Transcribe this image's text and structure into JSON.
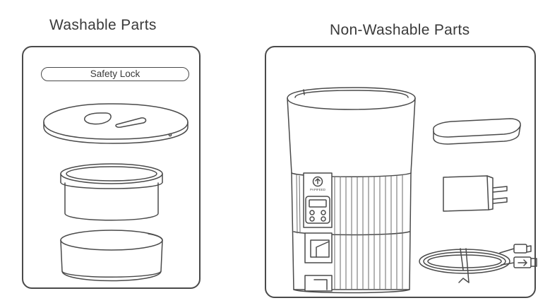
{
  "sections": {
    "washable": {
      "title": "Washable Parts",
      "safety_lock_label": "Safety Lock"
    },
    "non_washable": {
      "title": "Non-Washable Parts",
      "brand_mark": "PAPIFEED"
    }
  },
  "line_color": "#4a4a4a"
}
